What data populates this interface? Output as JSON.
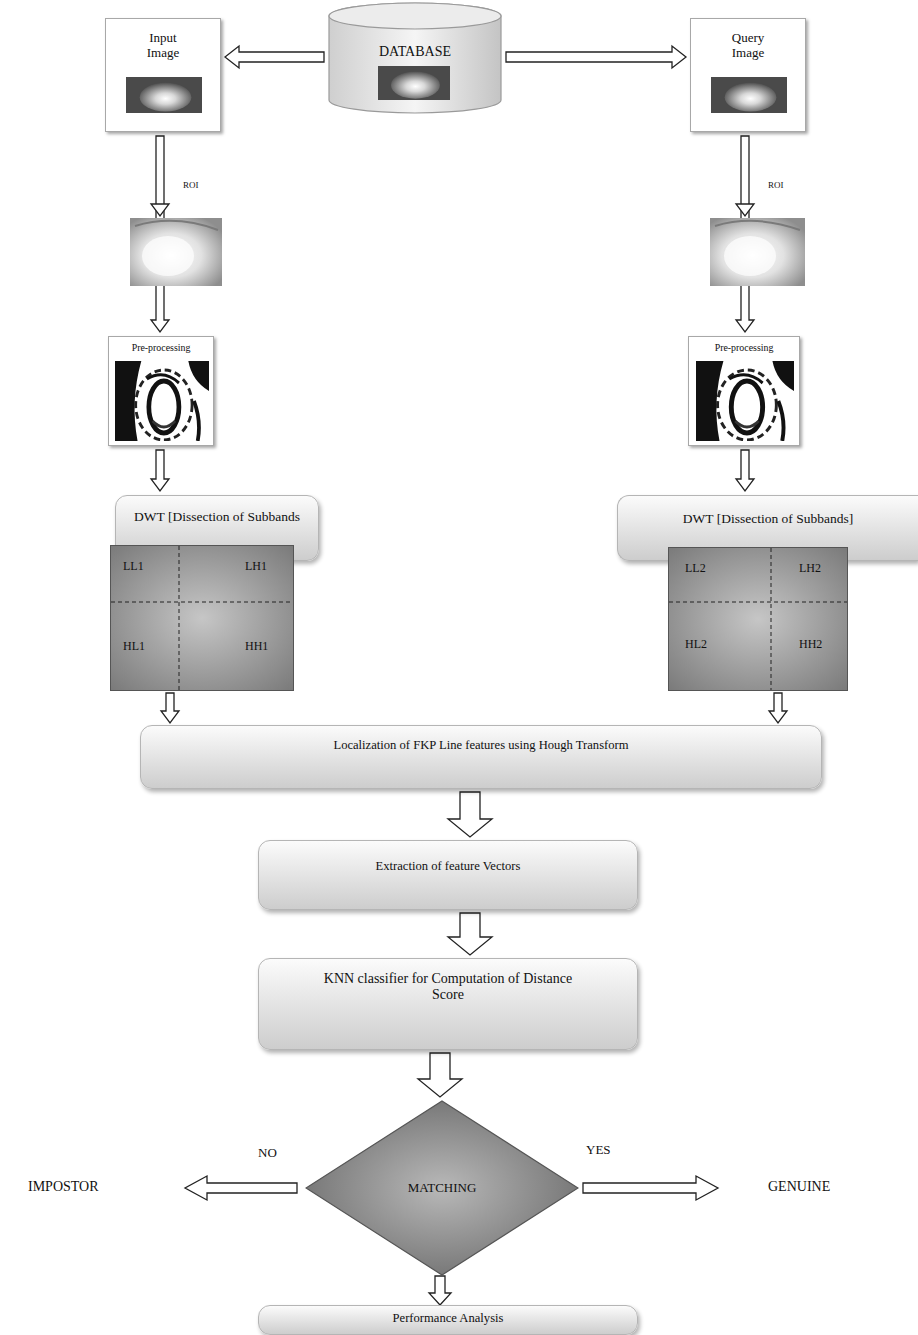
{
  "diagram": {
    "nodes": [
      {
        "text": [
          "DATABASE"
        ]
      },
      {
        "text": [
          "Input Image"
        ]
      },
      {
        "text": [
          "Query Image"
        ]
      },
      {
        "text": [
          "Pre-processing"
        ]
      },
      {
        "text": [
          "Pre-processing"
        ]
      },
      {
        "text": [
          "DWT [Dissection of Subbands"
        ]
      },
      {
        "text": [
          "LL1",
          "LH1",
          "HL1",
          "HH1"
        ]
      },
      {
        "text": [
          "DWT [Dissection of Subbands]"
        ]
      },
      {
        "text": [
          "LL2",
          "LH2",
          "HL2",
          "HH2"
        ]
      },
      {
        "text": [
          "Localization of FKP Line features using Hough Transform"
        ]
      },
      {
        "text": [
          "Extraction of feature Vectors"
        ]
      },
      {
        "text": [
          "KNN classifier for Computation of Distance Score"
        ]
      },
      {
        "text": [
          "MATCHING"
        ]
      },
      {
        "text": [
          "Performance Analysis"
        ]
      }
    ],
    "edges": [
      {
        "from": 0,
        "to": 1,
        "arrow": "to"
      },
      {
        "from": 0,
        "to": 2,
        "arrow": "to"
      },
      {
        "from": 1,
        "to": 3,
        "arrow": "to"
      },
      {
        "from": 2,
        "to": 4,
        "arrow": "to"
      },
      {
        "from": 3,
        "to": 5,
        "arrow": "to"
      },
      {
        "from": 4,
        "to": 7,
        "arrow": "to"
      },
      {
        "from": 6,
        "to": 9,
        "arrow": "to"
      },
      {
        "from": 8,
        "to": 9,
        "arrow": "to"
      },
      {
        "from": 9,
        "to": 10,
        "arrow": "to"
      },
      {
        "from": 10,
        "to": 11,
        "arrow": "to"
      },
      {
        "from": 11,
        "to": 12,
        "arrow": "to"
      },
      {
        "from": 12,
        "to": 13,
        "arrow": "to"
      }
    ],
    "labels": [
      "ROI",
      "ROI",
      "NO",
      "YES",
      "IMPOSTOR",
      "GENUINE"
    ]
  }
}
